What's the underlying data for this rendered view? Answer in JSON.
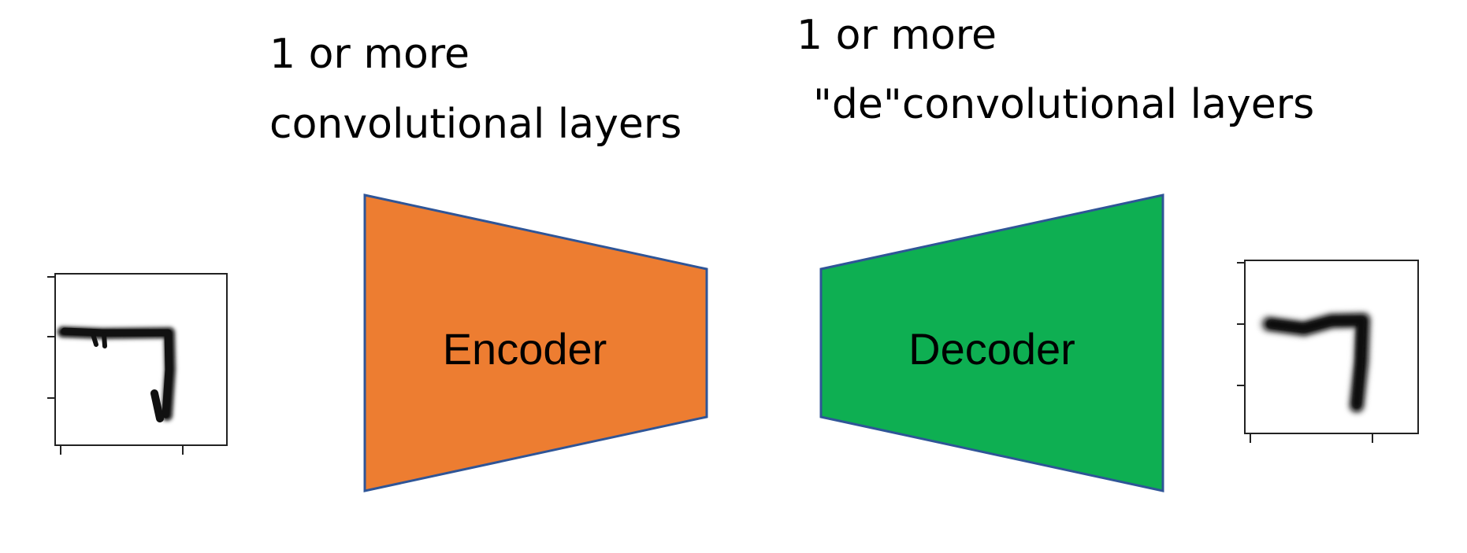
{
  "encoder": {
    "caption_line1": "1 or more",
    "caption_line2": "convolutional layers",
    "label": "Encoder",
    "color": "#ED7D31"
  },
  "decoder": {
    "caption_line1": "1 or more",
    "caption_line2": "\"de\"convolutional layers",
    "label": "Decoder",
    "color": "#0EAF52"
  },
  "outline_color": "#2F5597",
  "input_image": {
    "icon": "digit-seven-image"
  },
  "output_image": {
    "icon": "reconstructed-digit-seven-image"
  }
}
